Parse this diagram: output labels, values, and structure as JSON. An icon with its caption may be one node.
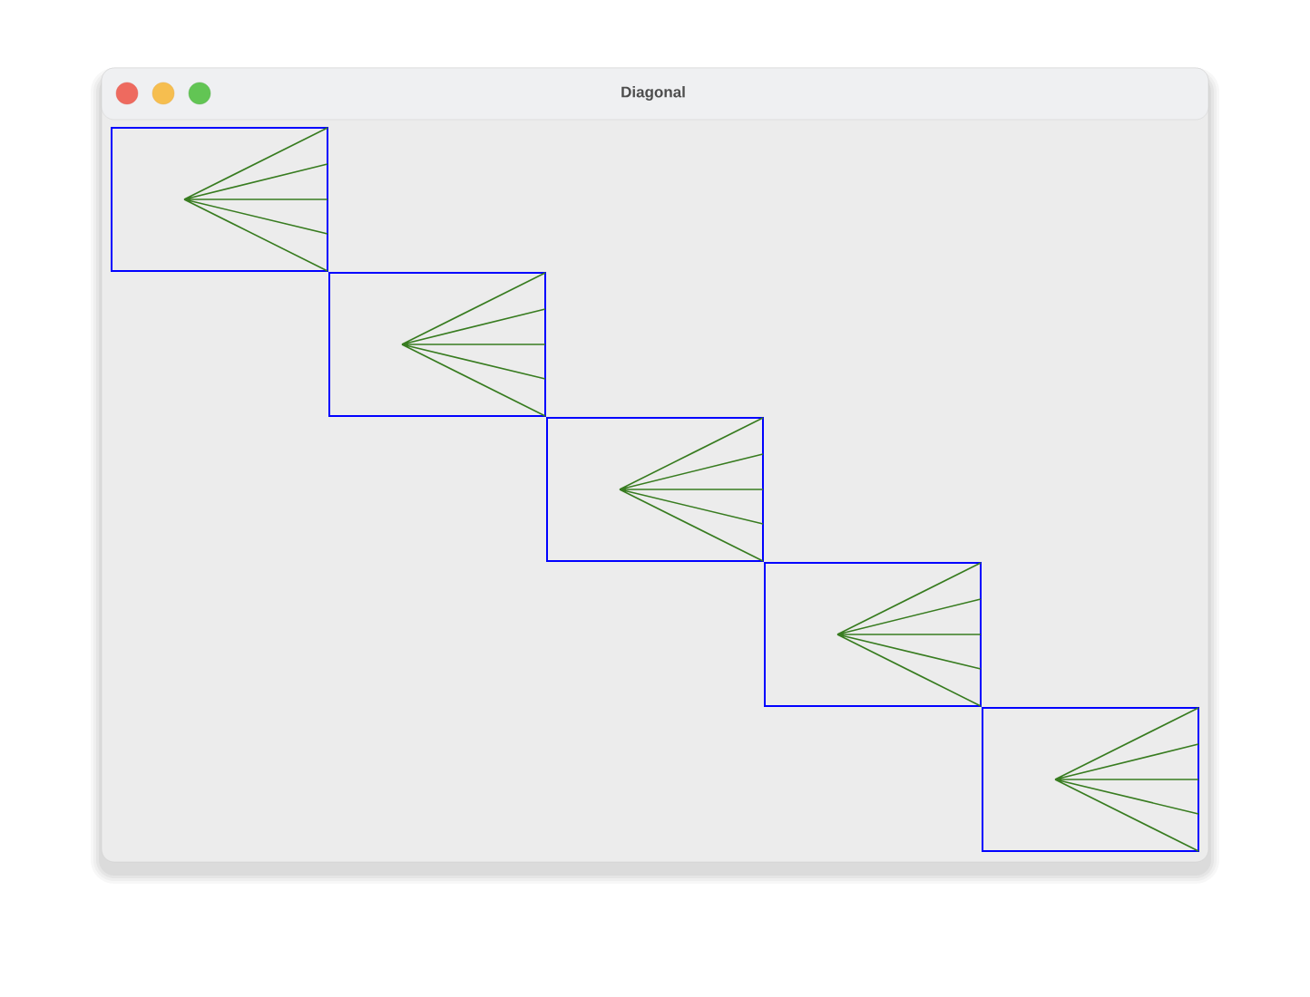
{
  "diagram": {
    "title": "Diagonal",
    "nodes": [
      {
        "text": [],
        "shape": "box"
      },
      {
        "text": [],
        "shape": "box"
      },
      {
        "text": [],
        "shape": "box"
      },
      {
        "text": [],
        "shape": "box"
      },
      {
        "text": [],
        "shape": "box"
      }
    ]
  }
}
